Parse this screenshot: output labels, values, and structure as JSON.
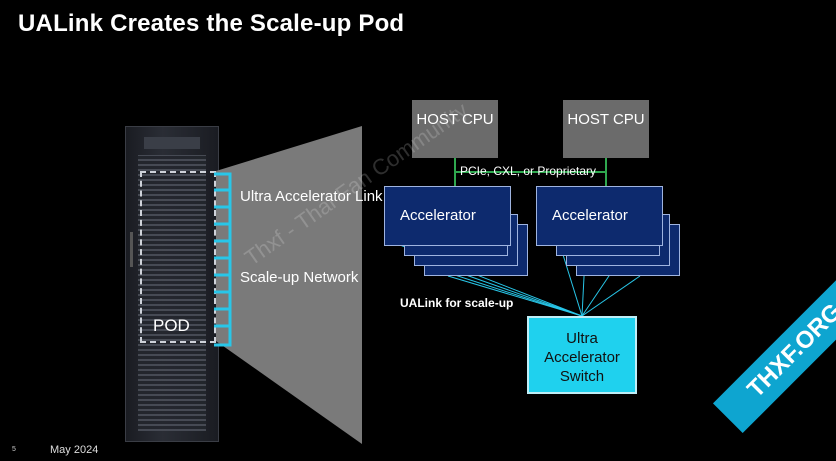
{
  "title": "UALink Creates the Scale-up Pod",
  "footer": {
    "page_number": "5",
    "date": "May 2024"
  },
  "rack": {
    "pod_label": "POD"
  },
  "funnel": {
    "link_label": "Ultra Accelerator Link",
    "network_label": "Scale-up Network"
  },
  "hosts": [
    {
      "label": "HOST CPU"
    },
    {
      "label": "HOST CPU"
    }
  ],
  "interconnect_label": "PCIe, CXL, or Proprietary",
  "accelerators": [
    {
      "label": "Accelerator"
    },
    {
      "label": "Accelerator"
    }
  ],
  "ualink_label": "UALink for scale-up",
  "switch": {
    "label": "Ultra Accelerator Switch"
  },
  "watermark": "Thxf - Thai Fan Community",
  "badge": "THXF.ORG",
  "colors": {
    "background": "#000000",
    "accelerator_fill": "#0d2a6e",
    "switch_fill": "#1fd1ee",
    "host_fill": "#6b6b6b",
    "link_line": "#28c6e8",
    "interconnect_line": "#2fa84f",
    "badge": "#0ea5d0"
  }
}
